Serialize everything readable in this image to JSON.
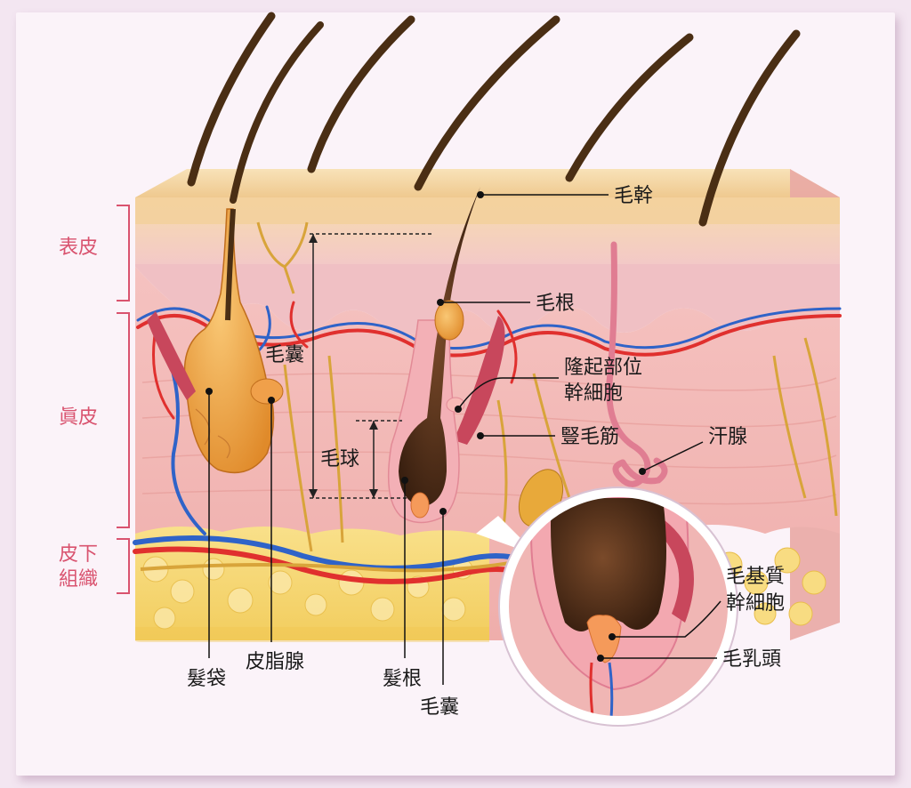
{
  "layers": {
    "epidermis": "表皮",
    "dermis": "眞皮",
    "subcutis_line1": "皮下",
    "subcutis_line2": "組織"
  },
  "labels": {
    "hair_shaft": "毛幹",
    "hair_root_top": "毛根",
    "follicle_mid": "毛囊",
    "bulge_line1": "隆起部位",
    "bulge_line2": "幹細胞",
    "arrector": "豎毛筋",
    "hair_bulb": "毛球",
    "sweat_gland": "汗腺",
    "hair_sac": "髮袋",
    "sebaceous": "皮脂腺",
    "hair_root_bottom": "髮根",
    "follicle_bottom": "毛囊",
    "matrix_line1": "毛基質",
    "matrix_line2": "幹細胞",
    "papilla": "毛乳頭"
  },
  "colors": {
    "layer_text": "#d9536f",
    "hair": "#5a3a1e",
    "epidermis": "#f6d6a8",
    "dermis": "#f3b9b4",
    "fat": "#f5d873",
    "artery": "#e0302e",
    "vein": "#2f63c8",
    "nerve": "#d8a43a"
  }
}
